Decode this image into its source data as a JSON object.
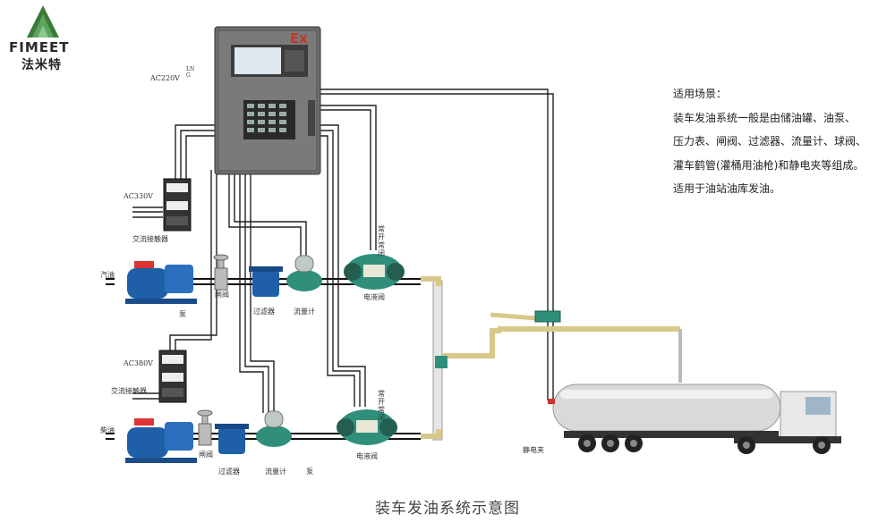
{
  "logo": {
    "brand": "FIMEET",
    "brand_cn": "法米特"
  },
  "description": {
    "title": "适用场景：",
    "lines": [
      "装车发油系统一般是由储油罐、油泵、",
      "压力表、闸阀、过滤器、流量计、球阀、",
      "灌车鹤管(灌桶用油枪)和静电夹等组成。",
      "适用于油站油库发油。"
    ]
  },
  "caption": "装车发油系统示意图",
  "labels": {
    "ex": "Ex",
    "ac220": "AC220V",
    "lng": "LNG",
    "ac330": "AC330V",
    "contactor_top": "交流接触器",
    "ac380": "AC380V",
    "contactor_bottom": "交流接触器",
    "gasoline": "汽油",
    "diesel": "柴油",
    "pump_top": "泵",
    "gate_valve_top": "闸阀",
    "filter_top": "过滤器",
    "flowmeter_top": "流量计",
    "solenoid_top": "电液阀",
    "open_close_top": "常开常闭",
    "gate_valve_bottom": "闸阀",
    "filter_bottom": "过滤器",
    "flowmeter_bottom": "流量计",
    "pump_bottom": "泵",
    "solenoid_bottom": "电液阀",
    "open_close_bottom": "常开常闭",
    "static_clamp": "静电夹"
  },
  "colors": {
    "cable": "#222222",
    "pipe": "#111111",
    "pump_blue": "#1f5fa8",
    "valve_teal": "#2f8f7a",
    "cabinet": "#6d6d6d",
    "ex_red": "#c0392b",
    "tank": "#d9d9d9",
    "arm": "#d8c98a",
    "logo_green": "#3a7a3a"
  }
}
